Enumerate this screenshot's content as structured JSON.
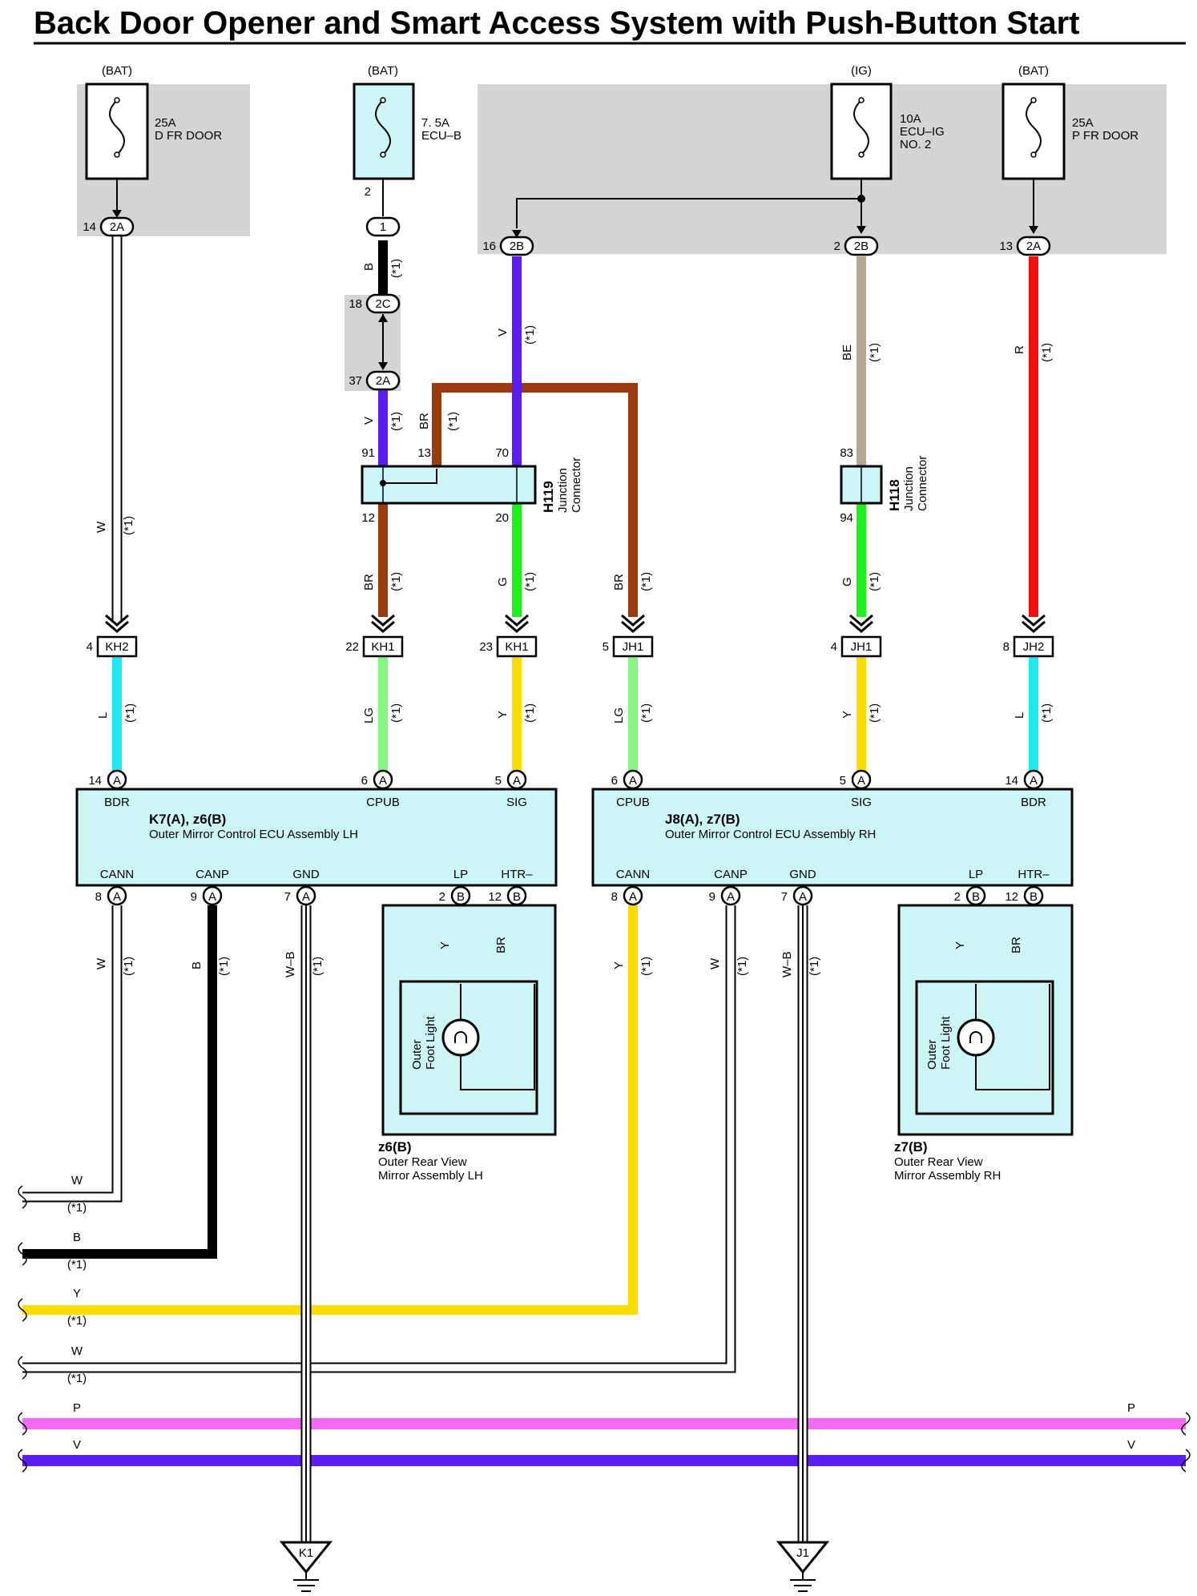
{
  "title": "Back Door Opener and Smart Access System with Push-Button Start",
  "fuses": [
    {
      "source": "(BAT)",
      "rating": "25A",
      "name": "D FR DOOR"
    },
    {
      "source": "(BAT)",
      "rating": "7. 5A",
      "name": "ECU–B"
    },
    {
      "source": "(IG)",
      "rating": "10A",
      "name": "ECU–IG",
      "name2": "NO. 2"
    },
    {
      "source": "(BAT)",
      "rating": "25A",
      "name": "P FR DOOR"
    }
  ],
  "junction_connectors": [
    {
      "id": "H119",
      "label": "Junction",
      "label2": "Connector",
      "pins": [
        "91",
        "13",
        "70",
        "12",
        "20"
      ]
    },
    {
      "id": "H118",
      "label": "Junction",
      "label2": "Connector",
      "pins": [
        "83",
        "94"
      ]
    }
  ],
  "connectors": {
    "c2a_14": {
      "pin": "14",
      "name": "2A"
    },
    "c1_2": {
      "pin": "2",
      "name": "1"
    },
    "c2c": {
      "pin": "18",
      "name": "2C"
    },
    "c2a_37": {
      "pin": "37",
      "name": "2A"
    },
    "c2b_16": {
      "pin": "16",
      "name": "2B"
    },
    "c2b_2": {
      "pin": "2",
      "name": "2B"
    },
    "c2a_13": {
      "pin": "13",
      "name": "2A"
    },
    "kh2_4": {
      "pin": "4",
      "name": "KH2"
    },
    "kh1_22": {
      "pin": "22",
      "name": "KH1"
    },
    "kh1_23": {
      "pin": "23",
      "name": "KH1"
    },
    "jh1_5": {
      "pin": "5",
      "name": "JH1"
    },
    "jh1_4": {
      "pin": "4",
      "name": "JH1"
    },
    "jh2_8": {
      "pin": "8",
      "name": "JH2"
    }
  },
  "ecu_lh": {
    "id": "K7(A), z6(B)",
    "name": "Outer Mirror Control ECU Assembly LH",
    "top_pins": [
      {
        "num": "14",
        "conn": "A",
        "label": "BDR"
      },
      {
        "num": "6",
        "conn": "A",
        "label": "CPUB"
      },
      {
        "num": "5",
        "conn": "A",
        "label": "SIG"
      }
    ],
    "bottom_pins": [
      {
        "num": "8",
        "conn": "A",
        "label": "CANN"
      },
      {
        "num": "9",
        "conn": "A",
        "label": "CANP"
      },
      {
        "num": "7",
        "conn": "A",
        "label": "GND"
      },
      {
        "num": "2",
        "conn": "B",
        "label": "LP"
      },
      {
        "num": "12",
        "conn": "B",
        "label": "HTR–"
      }
    ]
  },
  "ecu_rh": {
    "id": "J8(A), z7(B)",
    "name": "Outer Mirror Control ECU Assembly RH",
    "top_pins": [
      {
        "num": "6",
        "conn": "A",
        "label": "CPUB"
      },
      {
        "num": "5",
        "conn": "A",
        "label": "SIG"
      },
      {
        "num": "14",
        "conn": "A",
        "label": "BDR"
      }
    ],
    "bottom_pins": [
      {
        "num": "8",
        "conn": "A",
        "label": "CANN"
      },
      {
        "num": "9",
        "conn": "A",
        "label": "CANP"
      },
      {
        "num": "7",
        "conn": "A",
        "label": "GND"
      },
      {
        "num": "2",
        "conn": "B",
        "label": "LP"
      },
      {
        "num": "12",
        "conn": "B",
        "label": "HTR–"
      }
    ]
  },
  "mirror_lh": {
    "id": "z6(B)",
    "line1": "Outer Rear View",
    "line2": "Mirror Assembly LH",
    "lamp1": "Outer",
    "lamp2": "Foot Light"
  },
  "mirror_rh": {
    "id": "z7(B)",
    "line1": "Outer Rear View",
    "line2": "Mirror Assembly RH",
    "lamp1": "Outer",
    "lamp2": "Foot Light"
  },
  "grounds": [
    "K1",
    "J1"
  ],
  "note": "(*1)",
  "wire_codes": {
    "W": "W",
    "B": "B",
    "V": "V",
    "BR": "BR",
    "BE": "BE",
    "R": "R",
    "G": "G",
    "L": "L",
    "LG": "LG",
    "Y": "Y",
    "WB": "W–B",
    "P": "P"
  },
  "colors": {
    "W": "#ffffff",
    "B": "#000000",
    "V": "#5a1ff0",
    "BR": "#9a3a0e",
    "BE": "#b5a595",
    "R": "#f01010",
    "G": "#1ef01e",
    "L": "#1ee8f0",
    "LG": "#82f582",
    "Y": "#f9dc00",
    "P": "#f36af3",
    "panel": "#ccf6f6",
    "gray": "#d4d4d4"
  }
}
